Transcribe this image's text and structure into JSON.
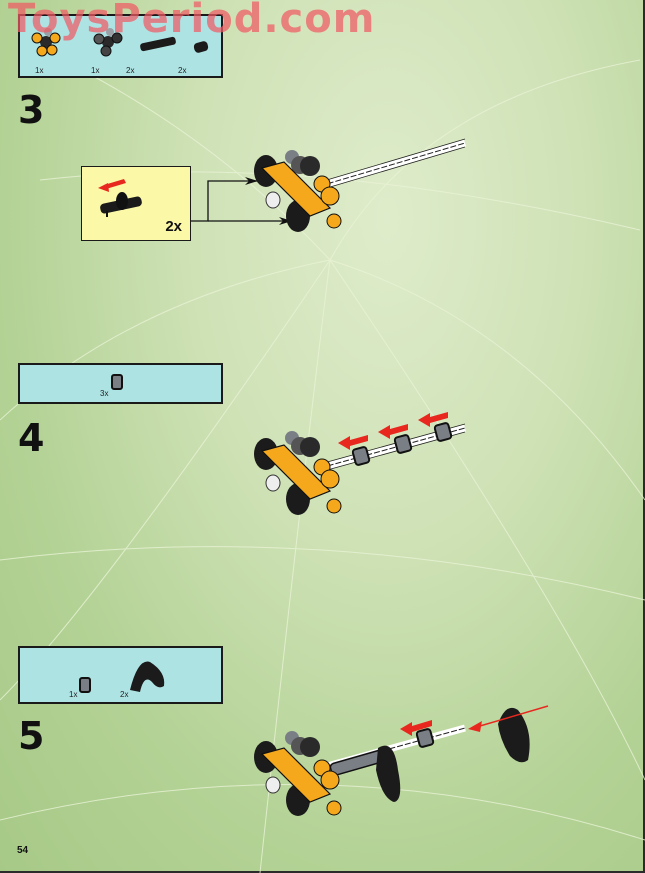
{
  "watermark": "ToysPeriod.com",
  "page_number": "54",
  "colors": {
    "background": "#c6deac",
    "parts_box": "#aee3e4",
    "callout": "#fbf9a8",
    "arrow_red": "#e8281e",
    "part_yellow": "#f5a81c",
    "part_black": "#1b1b1b",
    "part_gray": "#7a7f86"
  },
  "steps": [
    {
      "number": "3",
      "parts": [
        {
          "qty": "1x",
          "icon": "yellow-hub-connector"
        },
        {
          "qty": "1x",
          "icon": "gray-hub-connector"
        },
        {
          "qty": "2x",
          "icon": "black-axle-connector"
        },
        {
          "qty": "2x",
          "icon": "black-bushing"
        }
      ],
      "callout": {
        "qty": "2x",
        "icon": "axle-with-connector"
      }
    },
    {
      "number": "4",
      "parts": [
        {
          "qty": "3x",
          "icon": "gray-bushing"
        }
      ]
    },
    {
      "number": "5",
      "parts": [
        {
          "qty": "1x",
          "icon": "gray-bushing"
        },
        {
          "qty": "2x",
          "icon": "black-curved-panel"
        }
      ]
    }
  ]
}
